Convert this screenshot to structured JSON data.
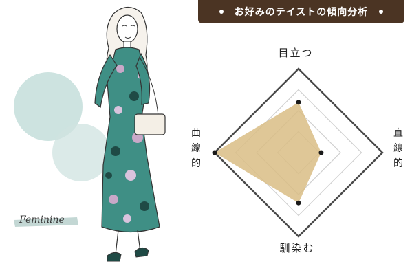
{
  "header": {
    "title": "お好みのテイストの傾向分析"
  },
  "illustration": {
    "style_label": "Feminine"
  },
  "chart_data": {
    "type": "radar",
    "axes": [
      "目立つ",
      "直線的",
      "馴染む",
      "曲線的"
    ],
    "values": [
      0.6,
      0.27,
      0.6,
      1.0
    ],
    "scale": [
      0,
      1
    ],
    "rings": 4,
    "fill_color": "#d9bd85",
    "outline_color": "#4a4a4a",
    "grid_color": "#cfcfcf"
  }
}
